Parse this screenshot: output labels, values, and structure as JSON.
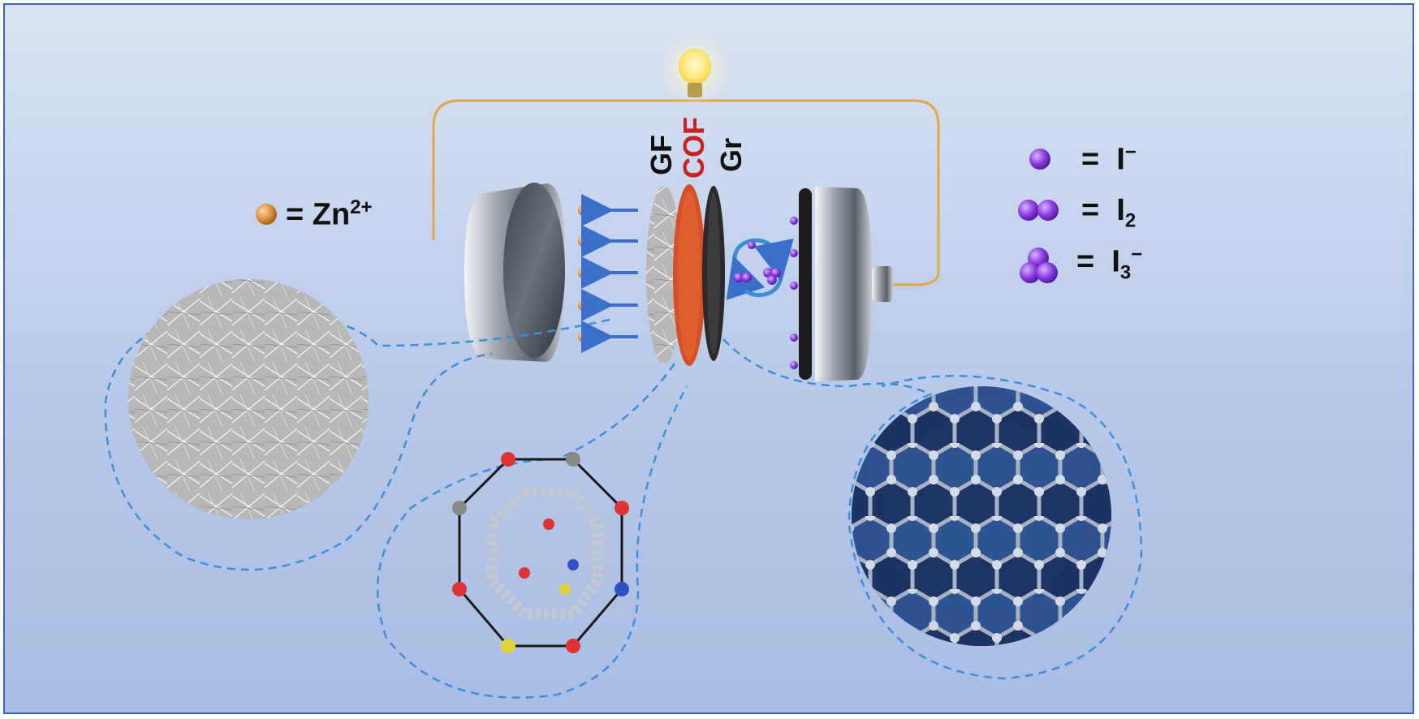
{
  "layers": {
    "gf": "GF",
    "cof": "COF",
    "gr": "Gr"
  },
  "legend_left": {
    "equals": "=",
    "ion": "Zn",
    "charge": "2+"
  },
  "legend_right": [
    {
      "equals": "=",
      "species": "I",
      "sub": "",
      "sup": "−"
    },
    {
      "equals": "=",
      "species": "I",
      "sub": "2",
      "sup": ""
    },
    {
      "equals": "=",
      "species": "I",
      "sub": "3",
      "sup": "−"
    }
  ],
  "colors": {
    "cof": "#c8231e",
    "zn_ion": "#d9893a",
    "iodide": "#7a3ad6",
    "arrow": "#3b6fc9",
    "dashed": "#3f8ed8",
    "wire": "#e0a846"
  },
  "icons": [
    "light-bulb-icon",
    "zinc-electrode-icon",
    "cathode-electrode-icon",
    "redox-cycle-icon"
  ]
}
